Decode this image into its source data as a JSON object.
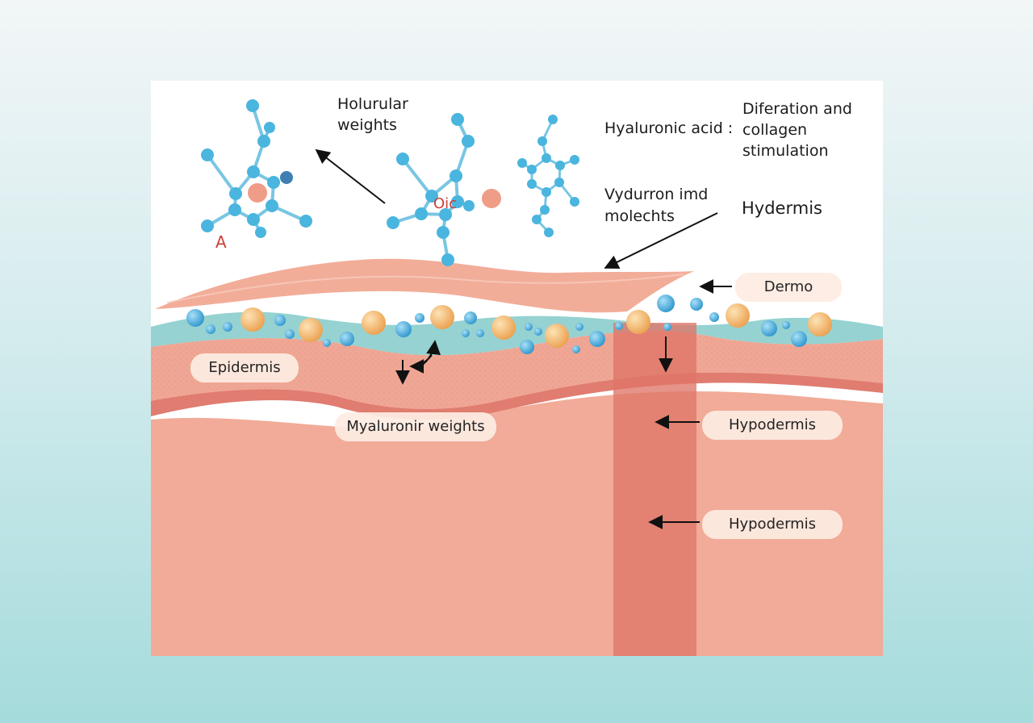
{
  "colors": {
    "molecule_node": "#4ab5de",
    "molecule_bond": "#79c6e3",
    "center_dot": "#ef9d87",
    "epidermis": "#f0a694",
    "dermis_band": "#e07c70",
    "hypodermis": "#f1ab98",
    "moisture_layer": "#8fd0cf",
    "blue_bead": "#3ea6d9",
    "orange_bead": "#f2b25e",
    "pill_bg": "#fdece2"
  },
  "icons": [
    "molecule-icon",
    "arrow-icon"
  ],
  "top_labels": {
    "holurular": "Holurular\nweights",
    "hyaluronic_acid": "Hyaluronic acid :",
    "diferation": "Diferation and\ncollagen\nstimulation",
    "vydurron": "Vydurron imd\nmolechts",
    "hydermis": "Hydermis",
    "letter_a": "A",
    "oic": "Oic"
  },
  "layer_labels": {
    "dermo": "Dermo",
    "epidermis": "Epidermis",
    "myaluronir": "Myaluronir weights",
    "hypodermis_1": "Hypodermis",
    "hypodermis_2": "Hypodermis"
  }
}
